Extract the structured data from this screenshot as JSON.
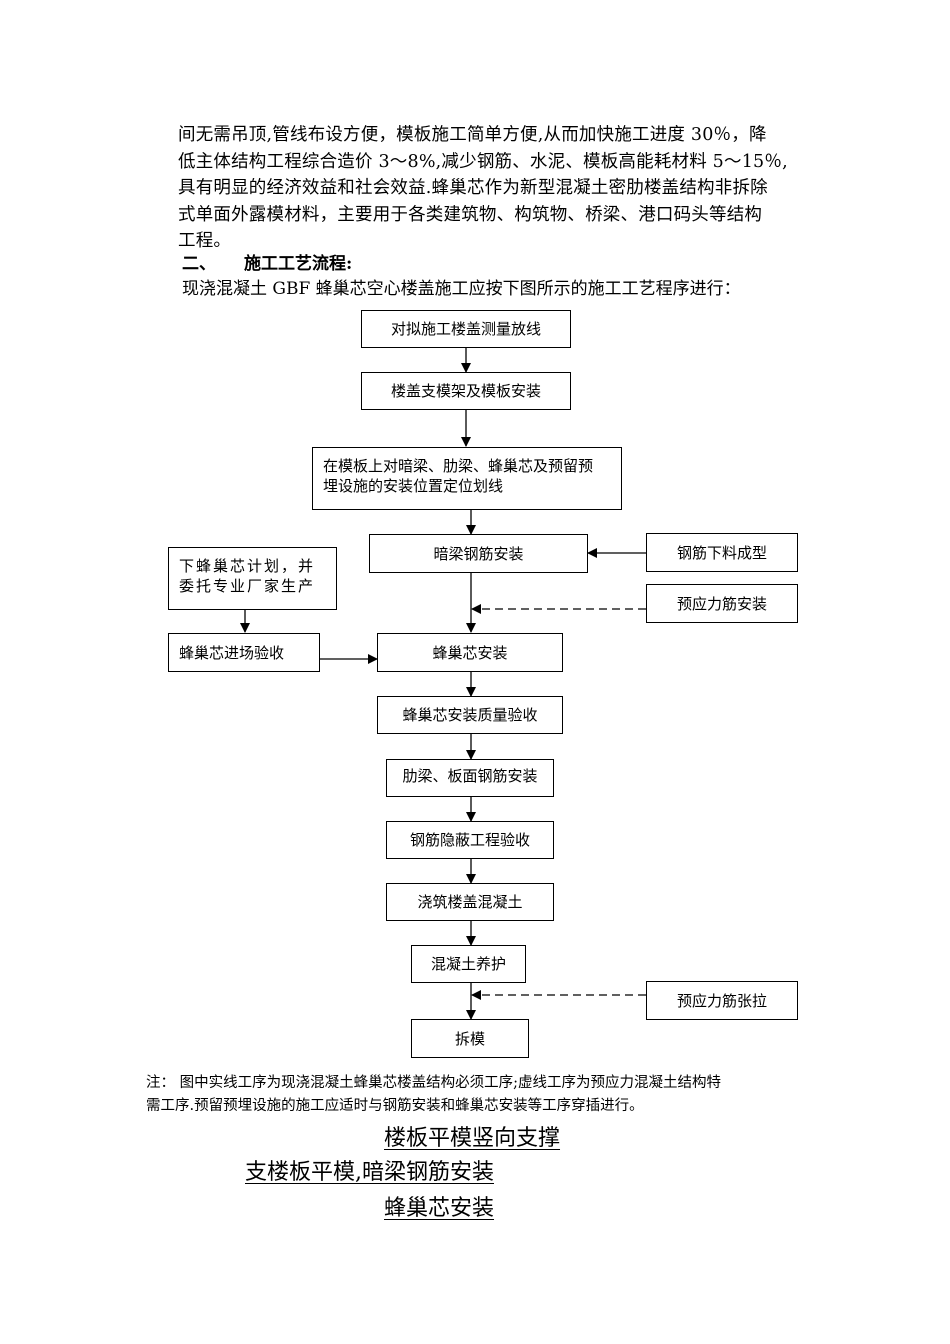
{
  "body_text": {
    "lines": [
      "间无需吊顶,管线布设方便，模板施工简单方便,从而加快施工进度 30％，降",
      "低主体结构工程综合造价 3～8%,减少钢筋、水泥、模板高能耗材料 5～15％,",
      "具有明显的经济效益和社会效益.蜂巢芯作为新型混凝土密肋楼盖结构非拆除",
      "式单面外露模材料，主要用于各类建筑物、构筑物、桥梁、港口码头等结构",
      "工程。"
    ]
  },
  "section": {
    "number": "二、",
    "title": "施工工艺流程:",
    "intro": "现浇混凝土 GBF 蜂巢芯空心楼盖施工应按下图所示的施工工艺程序进行："
  },
  "flowchart": {
    "main_steps": [
      "对拟施工楼盖测量放线",
      "楼盖支模架及模板安装",
      "在模板上对暗梁、肋梁、蜂巢芯及预留预埋设施的安装位置定位划线",
      "暗梁钢筋安装",
      "蜂巢芯安装",
      "蜂巢芯安装质量验收",
      "肋梁、板面钢筋安装",
      "钢筋隐蔽工程验收",
      "浇筑楼盖混凝土",
      "混凝土养护",
      "拆模"
    ],
    "left_steps": [
      "下蜂巢芯计划，并委托专业厂家生产",
      "蜂巢芯进场验收"
    ],
    "right_steps": [
      {
        "label": "钢筋下料成型",
        "line": "solid"
      },
      {
        "label": "预应力筋安装",
        "line": "dashed"
      },
      {
        "label": "预应力筋张拉",
        "line": "dashed"
      }
    ]
  },
  "note": {
    "lines": [
      "注：  图中实线工序为现浇混凝土蜂巢芯楼盖结构必须工序;虚线工序为预应力混凝土结构特",
      "需工序.预留预埋设施的施工应适时与钢筋安装和蜂巢芯安装等工序穿插进行。"
    ]
  },
  "underlined_titles": [
    "楼板平模竖向支撑",
    "支楼板平模,暗梁钢筋安装",
    "蜂巢芯安装"
  ]
}
